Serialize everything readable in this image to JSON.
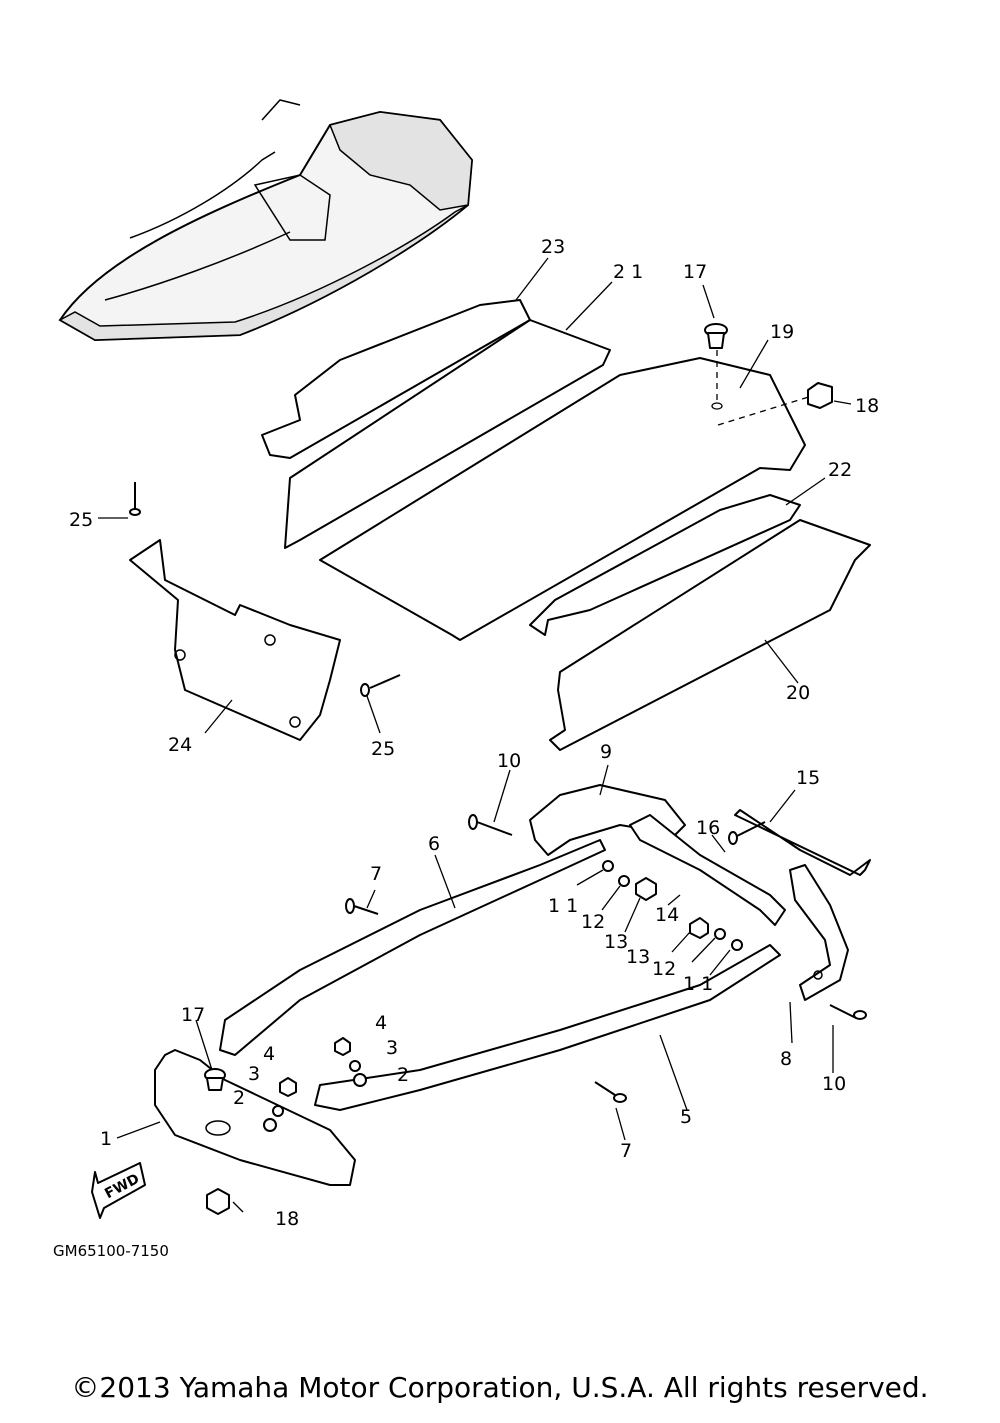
{
  "diagram": {
    "callouts": {
      "c1": "1",
      "c2a": "2",
      "c2b": "2",
      "c3a": "3",
      "c3b": "3",
      "c4a": "4",
      "c4b": "4",
      "c5": "5",
      "c6": "6",
      "c7a": "7",
      "c7b": "7",
      "c8": "8",
      "c9": "9",
      "c10a": "10",
      "c10b": "10",
      "c11a": "1 1",
      "c11b": "1 1",
      "c12a": "12",
      "c12b": "12",
      "c13a": "13",
      "c13b": "13",
      "c14": "14",
      "c15": "15",
      "c16": "16",
      "c17a": "17",
      "c17b": "17",
      "c18a": "18",
      "c18b": "18",
      "c19": "19",
      "c20": "20",
      "c21": "2 1",
      "c22": "22",
      "c23": "23",
      "c24": "24",
      "c25a": "25",
      "c25b": "25"
    },
    "fwd_label": "FWD",
    "diagram_code": "GM65100-7150"
  },
  "footer": {
    "copyright": "©2013 Yamaha Motor Corporation, U.S.A. All rights reserved."
  }
}
